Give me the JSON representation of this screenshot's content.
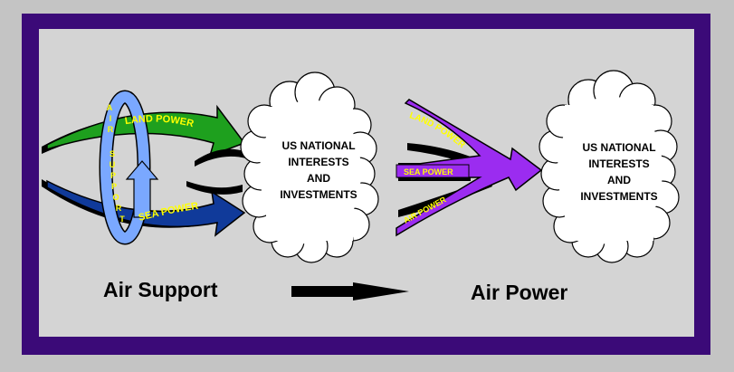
{
  "left_panel": {
    "land_power": "LAND POWER",
    "sea_power": "SEA POWER",
    "air_support_letters": [
      "A",
      "I",
      "R",
      "S",
      "U",
      "P",
      "P",
      "O",
      "R",
      "T"
    ],
    "cloud_lines": [
      "US NATIONAL",
      "INTERESTS",
      "AND",
      "INVESTMENTS"
    ],
    "caption": "Air Support"
  },
  "right_panel": {
    "land_power": "LAND POWER",
    "sea_power": "SEA POWER",
    "air_power": "AIR POWER",
    "cloud_lines": [
      "US NATIONAL",
      "INTERESTS",
      "AND",
      "INVESTMENTS"
    ],
    "caption": "Air Power"
  },
  "colors": {
    "frame": "#3b0a78",
    "panel": "#d4d4d4",
    "green": "#1ea01e",
    "navy": "#103a9a",
    "light_blue": "#7aa8ff",
    "purple": "#9b2cf0",
    "label_yellow": "#ffff00"
  }
}
